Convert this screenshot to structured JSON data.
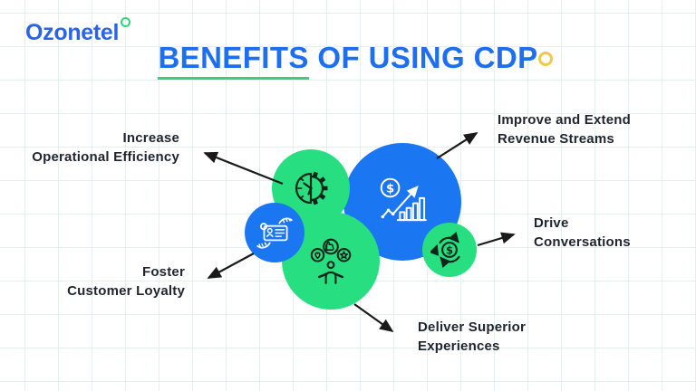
{
  "logo": {
    "text": "Ozonetel",
    "text_color": "#2b63e8",
    "ring_color": "#2fd47a"
  },
  "title": {
    "underlined": "BENEFITS",
    "rest": " OF USING CDP",
    "color": "#1d6ff0",
    "underline_color": "#3ecb7d"
  },
  "colors": {
    "circle_blue": "#1b76f2",
    "circle_green": "#27df80",
    "arrow_black": "#1a1a1a",
    "label_text": "#1f242e",
    "grid_line": "#e2f1ea",
    "background": "#ffffff",
    "accent_yellow": "#f2c84b"
  },
  "benefits": [
    {
      "id": "operational-efficiency",
      "line1": "Increase",
      "line2": "Operational Efficiency",
      "icon": "clock-gear-icon",
      "circle": "green"
    },
    {
      "id": "revenue-streams",
      "line1": "Improve and Extend",
      "line2": "Revenue Streams",
      "icon": "dollar-growth-chart-icon",
      "circle": "blue"
    },
    {
      "id": "drive-conversations",
      "line1": "Drive",
      "line2": "Conversations",
      "icon": "dollar-cycle-icon",
      "circle": "green"
    },
    {
      "id": "customer-loyalty",
      "line1": "Foster",
      "line2": "Customer Loyalty",
      "icon": "hands-loyalty-card-icon",
      "circle": "blue"
    },
    {
      "id": "superior-experiences",
      "line1": "Deliver Superior",
      "line2": "Experiences",
      "icon": "person-badges-icon",
      "circle": "green"
    }
  ]
}
